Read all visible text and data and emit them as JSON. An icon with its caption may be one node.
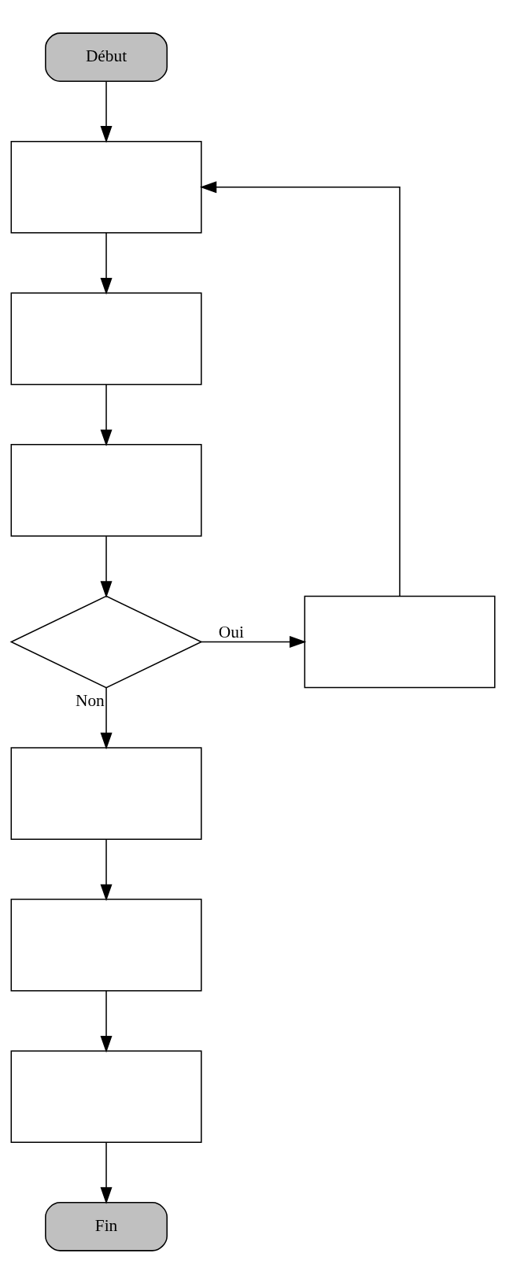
{
  "diagram": {
    "nodes": [
      {
        "text": [
          "Début"
        ]
      },
      {
        "text": [],
        "shape": "box"
      },
      {
        "text": [],
        "shape": "box"
      },
      {
        "text": [],
        "shape": "box"
      },
      {
        "text": [],
        "shape": "diamond"
      },
      {
        "text": [],
        "shape": "box"
      },
      {
        "text": [],
        "shape": "box"
      },
      {
        "text": [],
        "shape": "box"
      },
      {
        "text": [],
        "shape": "box"
      },
      {
        "text": [
          "Fin"
        ]
      }
    ],
    "edges": [
      {
        "from": 0,
        "to": 1,
        "arrow": "to"
      },
      {
        "from": 1,
        "to": 2,
        "arrow": "to"
      },
      {
        "from": 2,
        "to": 3,
        "arrow": "to"
      },
      {
        "from": 3,
        "to": 4,
        "arrow": "to"
      },
      {
        "from": 4,
        "to": 5,
        "arrow": "to",
        "label": "Oui"
      },
      {
        "from": 5,
        "to": 1,
        "arrow": "to"
      },
      {
        "from": 4,
        "to": 6,
        "arrow": "to",
        "label": "Non"
      },
      {
        "from": 6,
        "to": 7,
        "arrow": "to"
      },
      {
        "from": 7,
        "to": 8,
        "arrow": "to"
      },
      {
        "from": 8,
        "to": 9,
        "arrow": "to"
      }
    ]
  }
}
